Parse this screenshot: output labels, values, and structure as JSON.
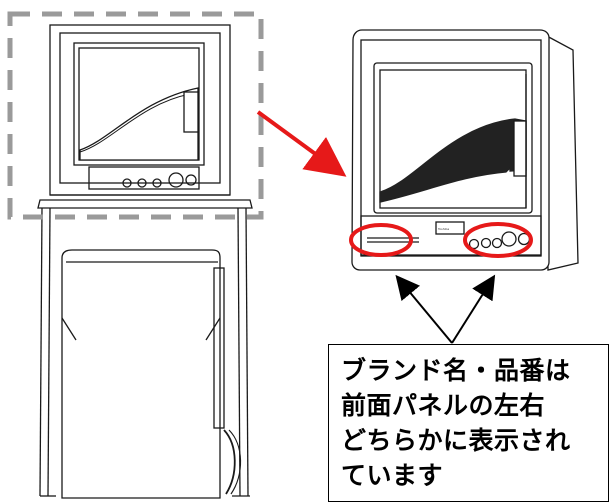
{
  "callout": {
    "lines": [
      "ブランド名・品番は",
      "前面パネルの左右",
      "どちらかに表示され",
      "ています"
    ]
  },
  "colors": {
    "highlight_red": "#e61919",
    "dashed_gray": "#9a9a9a",
    "line_black": "#1a1a1a",
    "door_stripe": "#222222"
  },
  "icons": [
    "red-arrow-icon",
    "black-arrow-icon"
  ]
}
